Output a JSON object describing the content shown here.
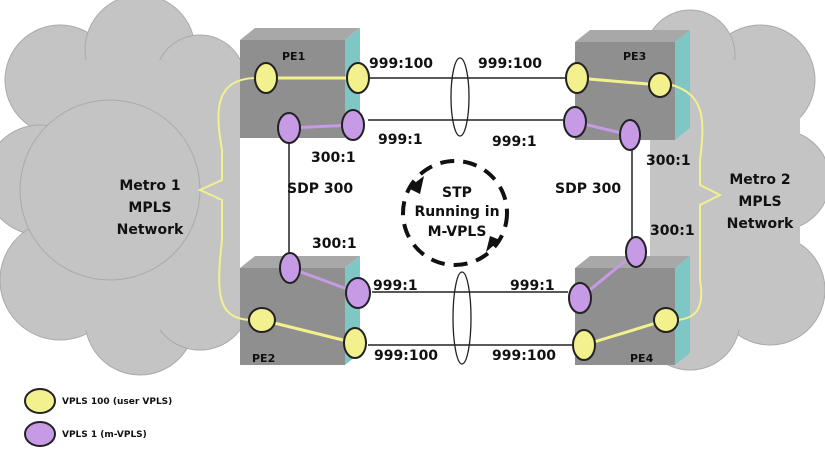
{
  "colors": {
    "user_vpls": "#f3f08e",
    "m_vpls": "#c79ae6",
    "box": "#8f8f8f",
    "box_side": "#7fc7c4",
    "cloud": "#c4c4c4"
  },
  "nodes": {
    "pe1": "PE1",
    "pe2": "PE2",
    "pe3": "PE3",
    "pe4": "PE4"
  },
  "networks": {
    "metro1": [
      "Metro 1",
      "MPLS",
      "Network"
    ],
    "metro2": [
      "Metro 2",
      "MPLS",
      "Network"
    ]
  },
  "links": {
    "top_user_left": "999:100",
    "top_user_right": "999:100",
    "top_m_left": "999:1",
    "top_m_right": "999:1",
    "bottom_m_left": "999:1",
    "bottom_m_right": "999:1",
    "bottom_user_left": "999:100",
    "bottom_user_right": "999:100",
    "sdp_left_top": "300:1",
    "sdp_left_bottom": "300:1",
    "sdp_right_top": "300:1",
    "sdp_right_bottom": "300:1",
    "sdp_left": "SDP 300",
    "sdp_right": "SDP 300"
  },
  "stp": [
    "STP",
    "Running in",
    "M-VPLS"
  ],
  "legend": [
    {
      "label": "VPLS 100 (user VPLS)",
      "type": "user"
    },
    {
      "label": "VPLS 1 (m-VPLS)",
      "type": "m"
    }
  ]
}
